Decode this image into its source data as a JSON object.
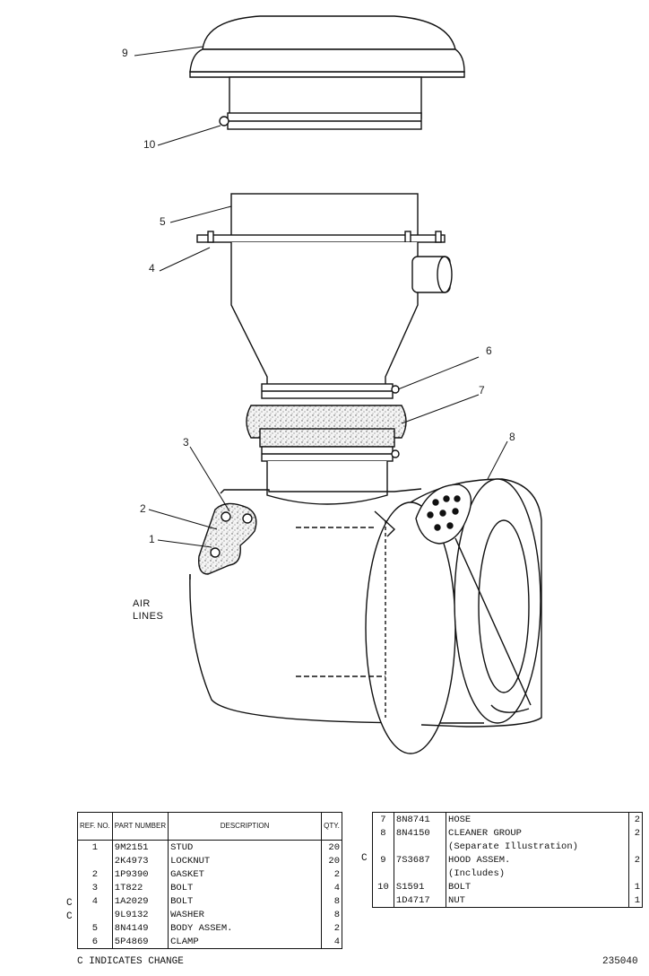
{
  "callouts": {
    "c1": "1",
    "c2": "2",
    "c3": "3",
    "c4": "4",
    "c5": "5",
    "c6": "6",
    "c7": "7",
    "c8": "8",
    "c9": "9",
    "c10": "10"
  },
  "air_lines": {
    "line1": "AIR",
    "line2": "LINES"
  },
  "table_headers": {
    "ref_no": "REF. NO.",
    "part_number": "PART NUMBER",
    "description": "DESCRIPTION",
    "qty": "QTY."
  },
  "left_rows": [
    {
      "change": "",
      "ref": "1",
      "part": "9M2151",
      "desc": "STUD",
      "qty": "20"
    },
    {
      "change": "",
      "ref": "",
      "part": "2K4973",
      "desc": "LOCKNUT",
      "qty": "20"
    },
    {
      "change": "",
      "ref": "2",
      "part": "1P9390",
      "desc": "GASKET",
      "qty": "2"
    },
    {
      "change": "",
      "ref": "3",
      "part": "1T822",
      "desc": "BOLT",
      "qty": "4"
    },
    {
      "change": "C",
      "ref": "4",
      "part": "1A2029",
      "desc": "BOLT",
      "qty": "8"
    },
    {
      "change": "C",
      "ref": "",
      "part": "9L9132",
      "desc": "WASHER",
      "qty": "8"
    },
    {
      "change": "",
      "ref": "5",
      "part": "8N4149",
      "desc": "BODY ASSEM.",
      "qty": "2"
    },
    {
      "change": "",
      "ref": "6",
      "part": "5P4869",
      "desc": "CLAMP",
      "qty": "4"
    }
  ],
  "right_rows": [
    {
      "change": "",
      "ref": "7",
      "part": "8N8741",
      "desc": "HOSE",
      "qty": "2"
    },
    {
      "change": "",
      "ref": "8",
      "part": "8N4150",
      "desc": "CLEANER GROUP",
      "qty": "2"
    },
    {
      "change": "",
      "ref": "",
      "part": "",
      "desc": "(Separate Illustration)",
      "qty": ""
    },
    {
      "change": "C",
      "ref": "9",
      "part": "7S3687",
      "desc": "HOOD ASSEM.",
      "qty": "2"
    },
    {
      "change": "",
      "ref": "",
      "part": "",
      "desc": "(Includes)",
      "qty": ""
    },
    {
      "change": "",
      "ref": "10",
      "part": "S1591",
      "desc": "BOLT",
      "qty": "1"
    },
    {
      "change": "",
      "ref": "",
      "part": "1D4717",
      "desc": "NUT",
      "qty": "1"
    }
  ],
  "footer": {
    "legend": "C INDICATES CHANGE",
    "figure_number": "235040"
  }
}
